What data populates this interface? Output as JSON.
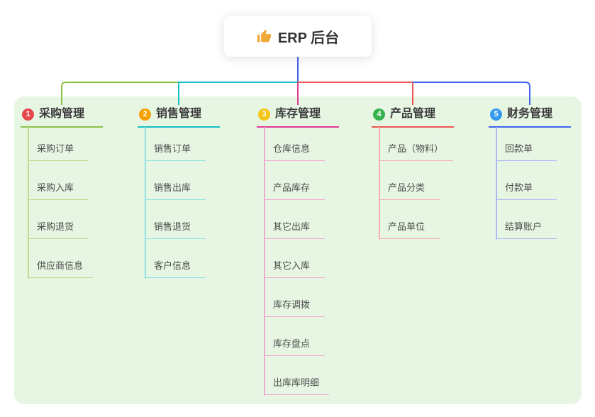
{
  "root": {
    "label": "ERP 后台",
    "icon": "thumbs-up-icon"
  },
  "palette": {
    "panel_bg": "#e7f6e3",
    "trunk": "#4263eb",
    "root_text": "#333333",
    "header_text": "#3b3b3b",
    "child_text": "#4c4c4c",
    "thumb_icon": "#f2a93b"
  },
  "branches": [
    {
      "number": "1",
      "label": "采购管理",
      "color": "#8bc34a",
      "light": "#bede93",
      "badge": "#e5484d",
      "children": [
        "采购订单",
        "采购入库",
        "采购退货",
        "供应商信息"
      ]
    },
    {
      "number": "2",
      "label": "销售管理",
      "color": "#14c0c6",
      "light": "#90e2e4",
      "badge": "#f59f00",
      "children": [
        "销售订单",
        "销售出库",
        "销售退货",
        "客户信息"
      ]
    },
    {
      "number": "3",
      "label": "库存管理",
      "color": "#e23a97",
      "light": "#f2a9d4",
      "badge": "#f5c518",
      "children": [
        "仓库信息",
        "产品库存",
        "其它出库",
        "其它入库",
        "库存调拨",
        "库存盘点",
        "出库库明细"
      ]
    },
    {
      "number": "4",
      "label": "产品管理",
      "color": "#ef5454",
      "light": "#f6b0b0",
      "badge": "#37b24d",
      "children": [
        "产品（物料）",
        "产品分类",
        "产品单位"
      ]
    },
    {
      "number": "5",
      "label": "财务管理",
      "color": "#4263eb",
      "light": "#aab9f5",
      "badge": "#339af0",
      "children": [
        "回款单",
        "付款单",
        "结算账户"
      ]
    }
  ]
}
